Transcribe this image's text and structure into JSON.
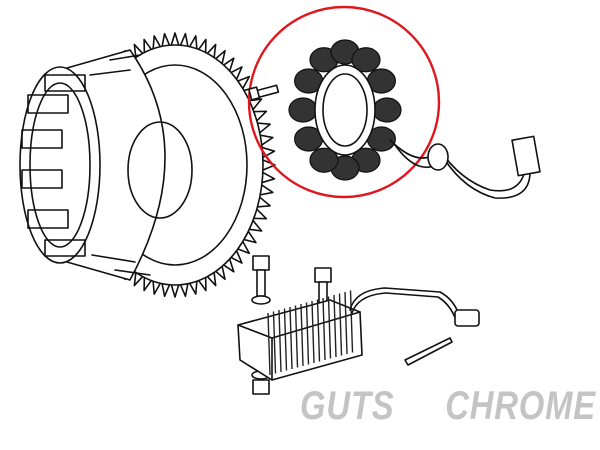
{
  "diagram": {
    "parts": [
      "clutch-basket",
      "stator",
      "stator-screw",
      "voltage-regulator",
      "regulator-bolts",
      "connector-plug",
      "cable-tie"
    ],
    "highlight_color": "#e0161e"
  },
  "logo": {
    "word1": "GUTS",
    "word2": "CHROME"
  }
}
